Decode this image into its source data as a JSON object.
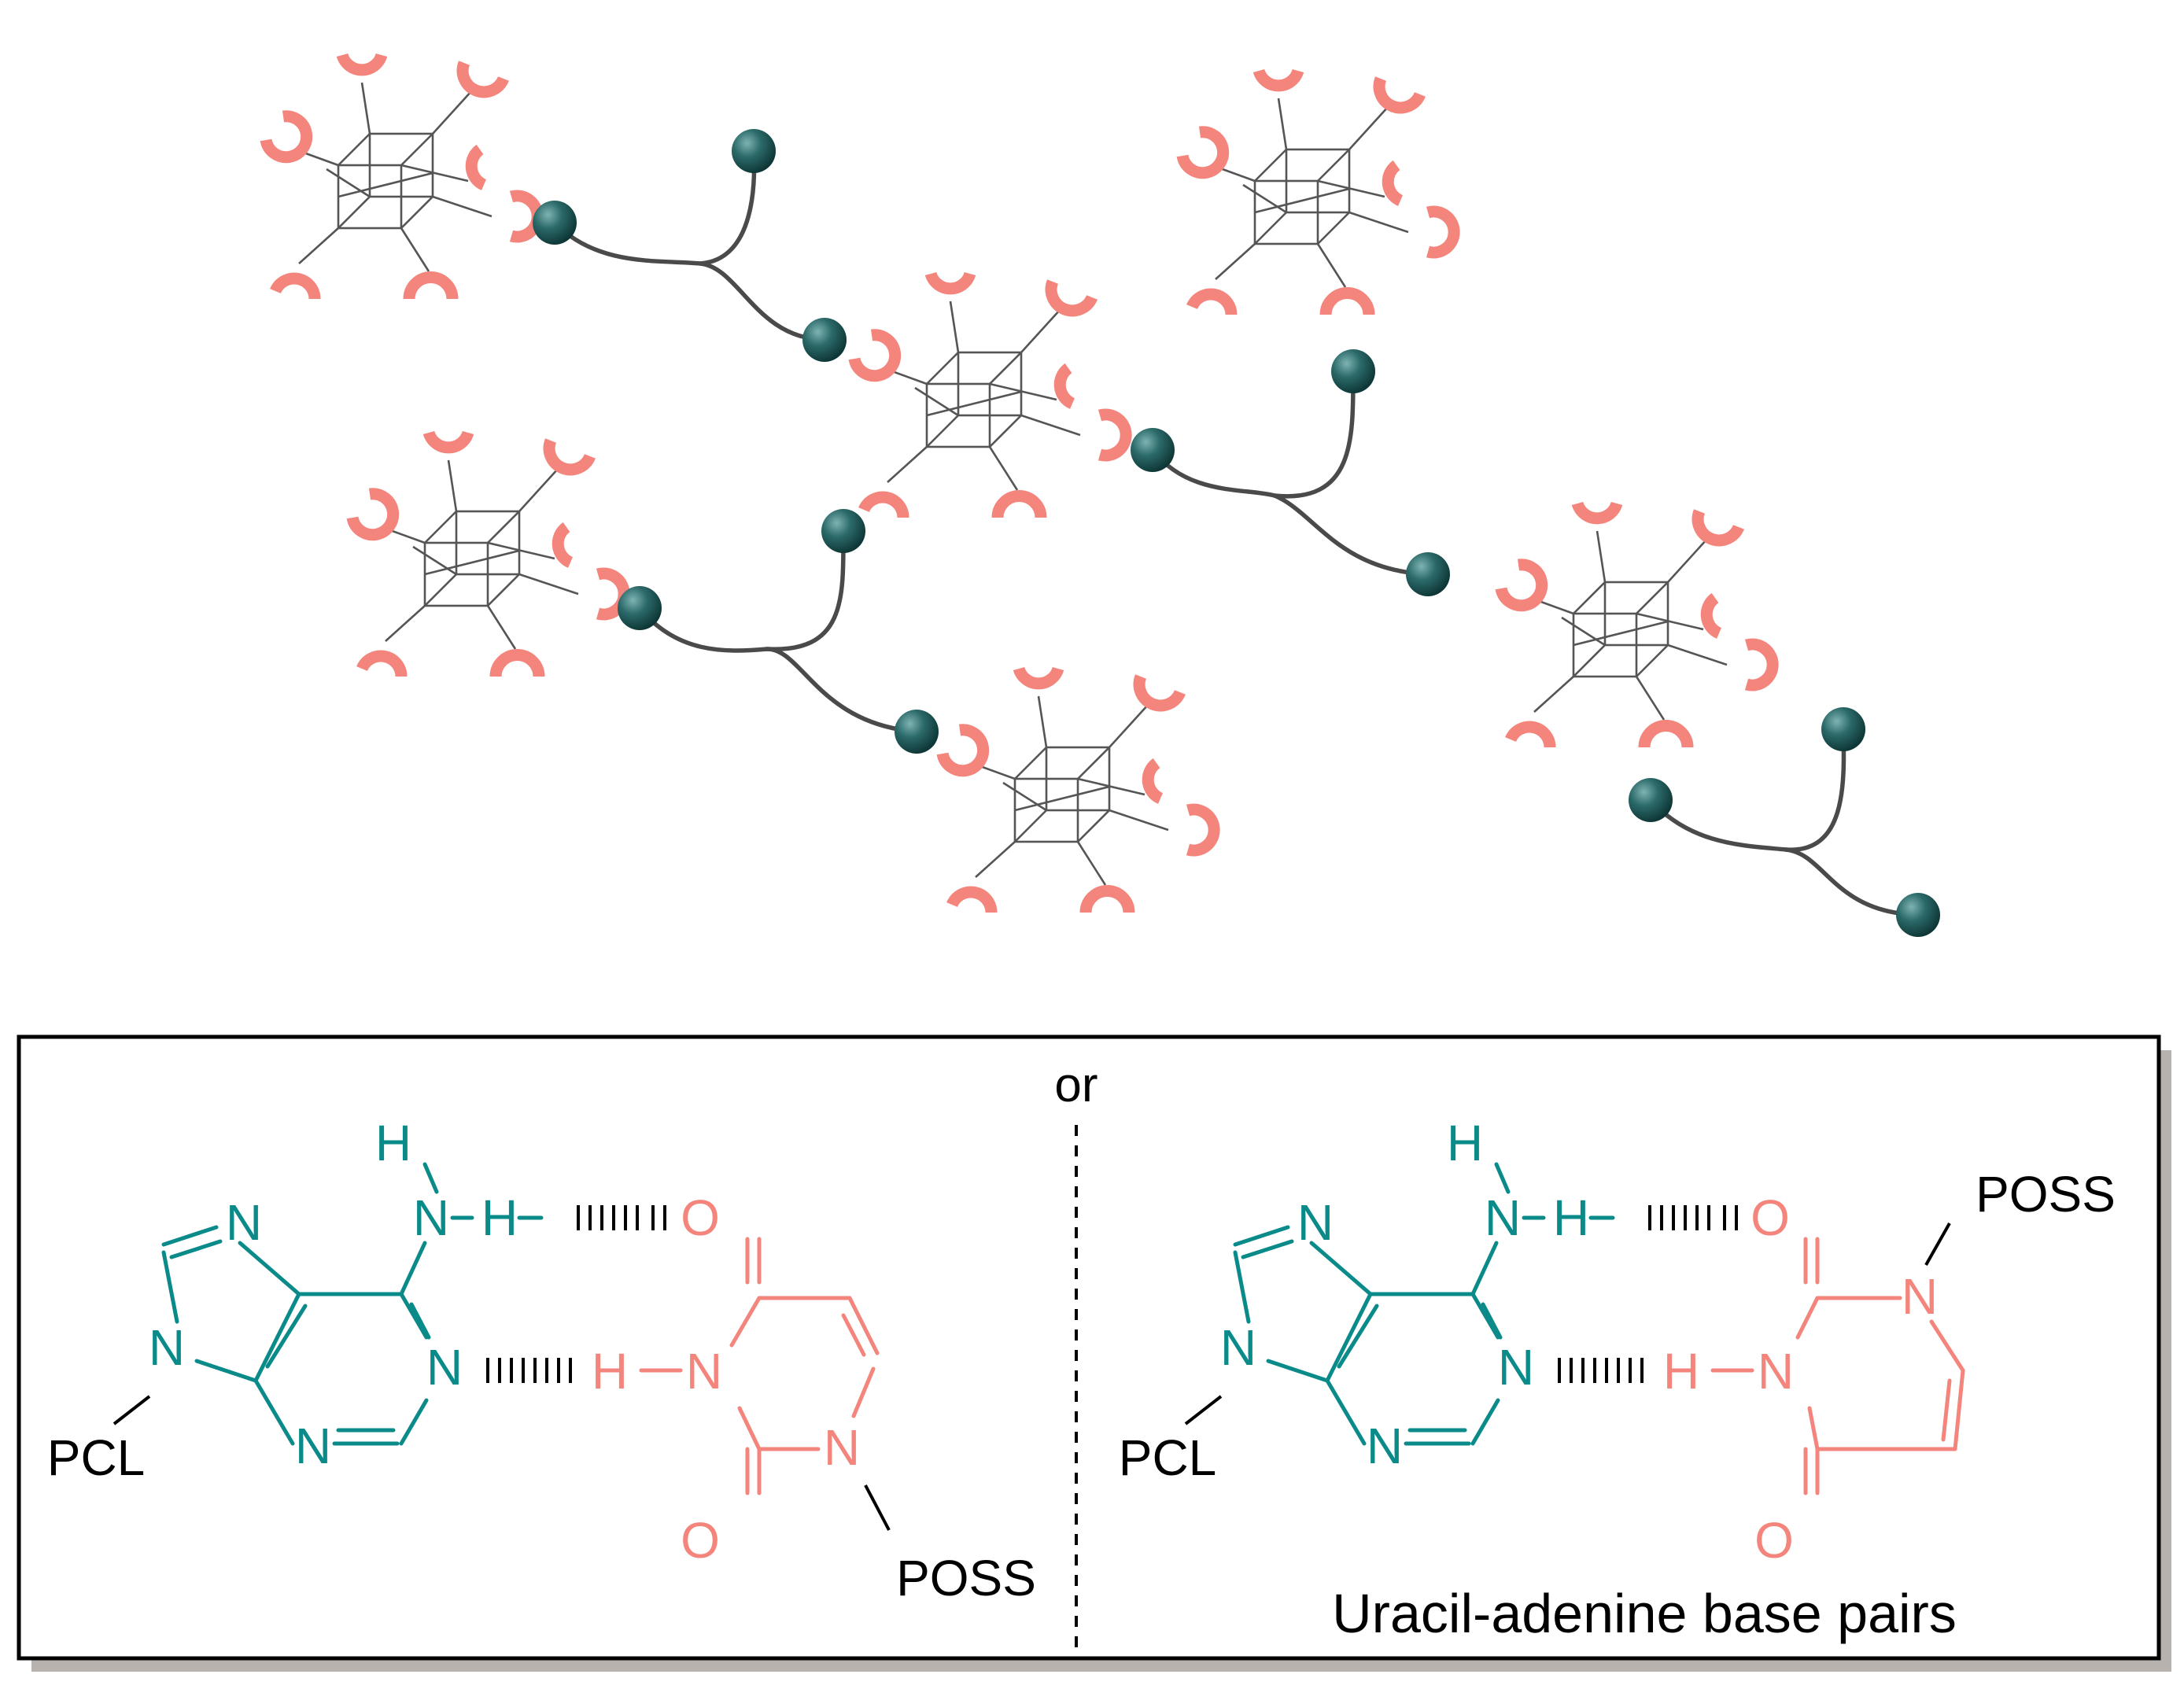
{
  "colors": {
    "teal": "#0b8a8a",
    "salmon": "#f4857d",
    "bead": "#1f5a5a",
    "chain": "#4a4a4a",
    "cage": "#555555",
    "black": "#000000",
    "shadow": "#b8b2ae"
  },
  "icons": {
    "poss_cage": "poss-cage-icon",
    "bead": "bead-icon",
    "recognition_site": "crescent-icon"
  },
  "panel": {
    "separator": "or",
    "caption": "Uracil-adenine base pairs"
  },
  "left_pair": {
    "substituent_adenine": "PCL",
    "substituent_uracil": "POSS",
    "atoms": {
      "n_imid_top": "N",
      "n9": "N",
      "n_pyr_bottom": "N",
      "n1": "N",
      "n6": "N",
      "h_top": "H",
      "h_mid": "H",
      "o4": "O",
      "h3": "H",
      "n3": "N",
      "n1u": "N",
      "o2": "O"
    }
  },
  "right_pair": {
    "substituent_adenine": "PCL",
    "substituent_uracil": "POSS",
    "atoms": {
      "n_imid_top": "N",
      "n9": "N",
      "n_pyr_bottom": "N",
      "n1": "N",
      "n6": "N",
      "h_top": "H",
      "h_mid": "H",
      "o2": "O",
      "h3": "H",
      "n3": "N",
      "n1u": "N",
      "o4": "O"
    }
  }
}
